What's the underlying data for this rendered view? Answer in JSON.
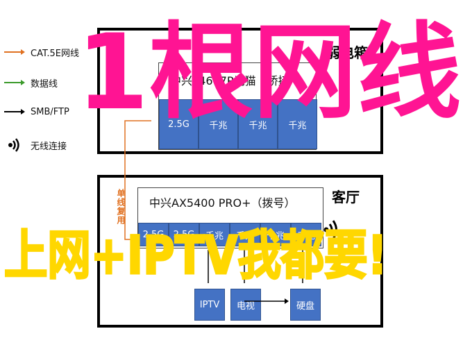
{
  "legend": [
    {
      "label": "CAT.5E网线",
      "color": "#e07020",
      "icon": "orange-arrow"
    },
    {
      "label": "数据线",
      "color": "#3a9a2a",
      "icon": "green-arrow"
    },
    {
      "label": "SMB/FTP",
      "color": "#000000",
      "icon": "black-arrow"
    },
    {
      "label": "无线连接",
      "color": "#000000",
      "icon": "wifi-icon"
    }
  ],
  "weak_box": {
    "title": "弱电箱",
    "router_label": "中兴F4607P光猫（桥接）",
    "ports": [
      "2.5G",
      "千兆",
      "千兆",
      "千兆"
    ]
  },
  "living_room": {
    "title": "客厅",
    "router_label": "中兴AX5400 PRO+（拨号）",
    "ports": [
      "2.5G",
      "2.5G",
      "千兆",
      "千兆",
      "千兆",
      "千兆"
    ],
    "vlan_label": "单线复用",
    "devices": [
      "IPTV",
      "电视",
      "硬盘"
    ]
  },
  "overlay": {
    "headline": "1根网线",
    "banner": "上网+IPTV我都要!"
  },
  "colors": {
    "port": "#4472c4",
    "headline": "#ff1493",
    "banner": "#ffd700",
    "cat5e": "#e07020"
  }
}
